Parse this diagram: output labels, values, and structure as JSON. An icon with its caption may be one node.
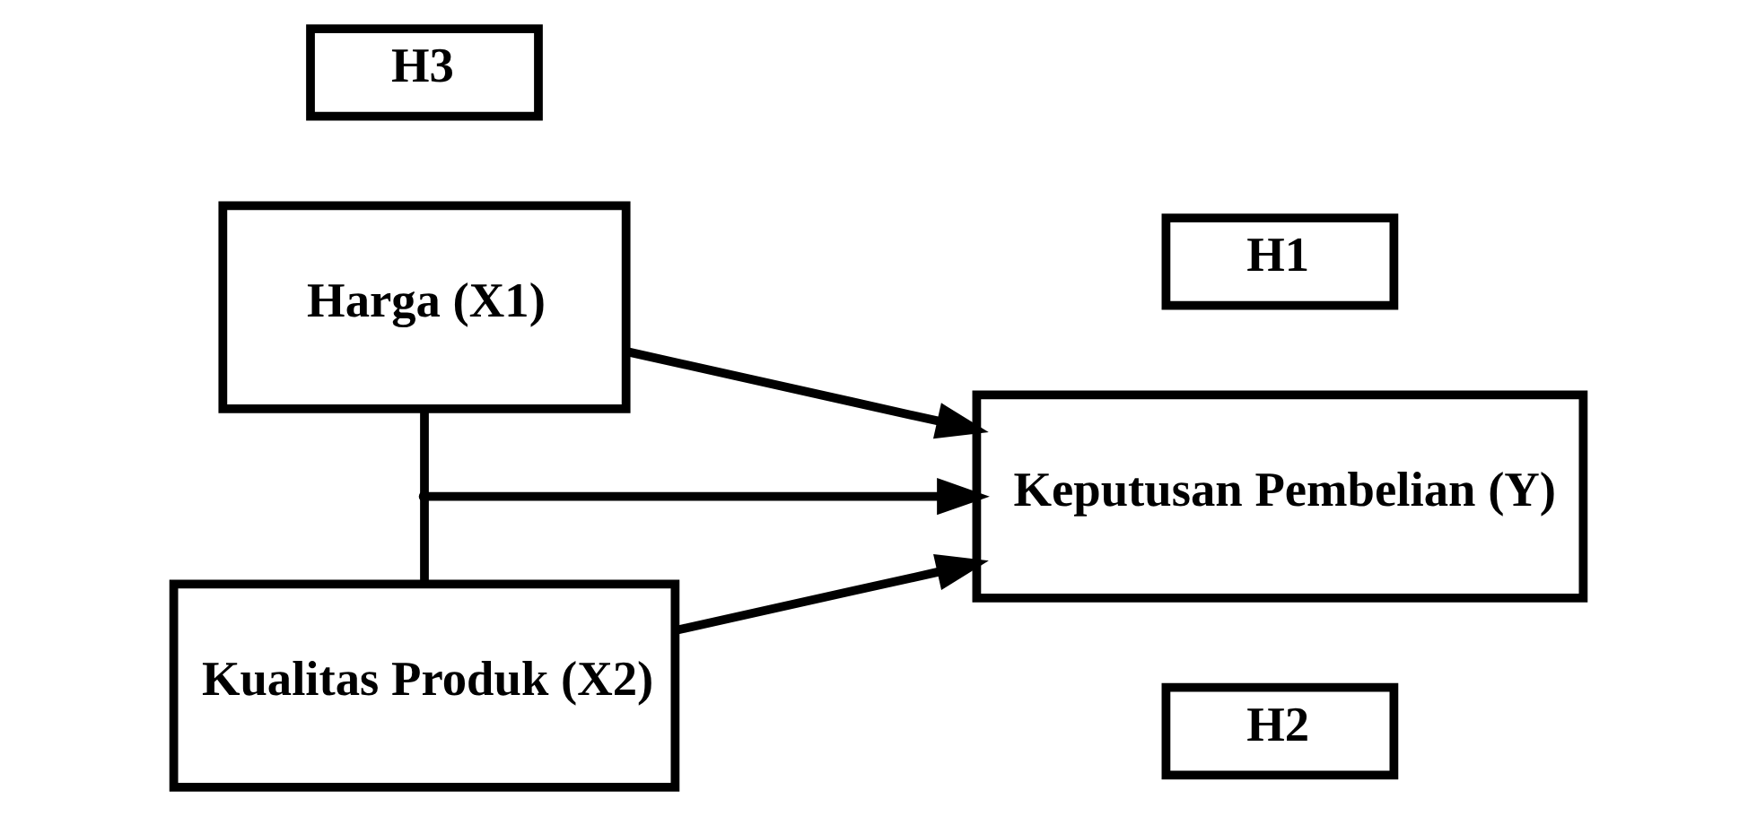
{
  "diagram": {
    "nodes": [
      {
        "text": [
          "Harga (X1)"
        ]
      },
      {
        "text": [
          "H1"
        ]
      },
      {
        "text": [
          "Keputusan Pembelian (Y)"
        ]
      },
      {
        "text": [
          "H3"
        ]
      },
      {
        "text": [
          "Kualitas Produk (X2)"
        ]
      },
      {
        "text": [
          "H2"
        ]
      }
    ],
    "edges": [
      {
        "from": 0,
        "to": 2,
        "arrow": "to"
      },
      {
        "from": 0,
        "to": 4,
        "arrow": "none"
      },
      {
        "from": null,
        "to": 2,
        "arrow": "to"
      },
      {
        "from": 4,
        "to": 2,
        "arrow": "to"
      }
    ]
  }
}
